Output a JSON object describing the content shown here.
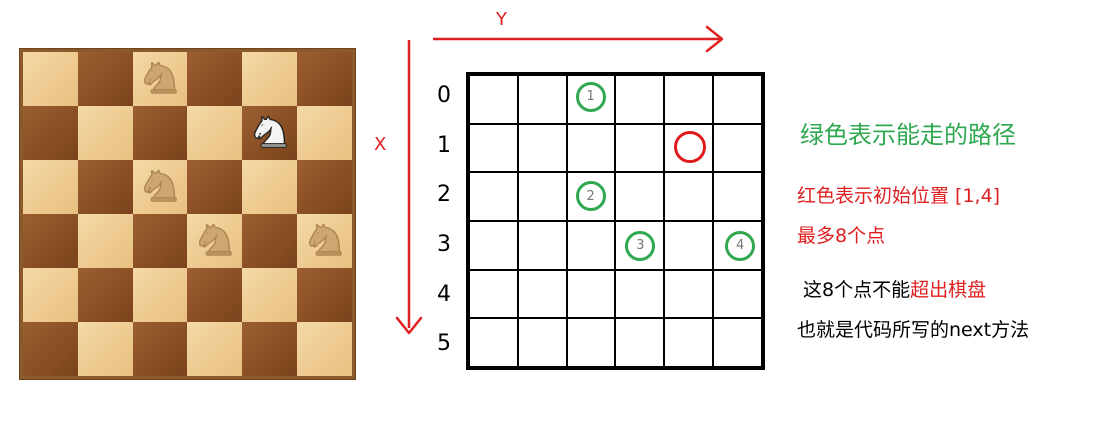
{
  "board": {
    "rows": 6,
    "cols": 6,
    "colors": {
      "light": "#f0d29a",
      "dark": "#8a4f24",
      "frame": "#8a5a2b"
    },
    "pieces": [
      {
        "row": 0,
        "col": 2,
        "type": "knight",
        "variant": "ghost"
      },
      {
        "row": 1,
        "col": 4,
        "type": "knight",
        "variant": "white"
      },
      {
        "row": 2,
        "col": 2,
        "type": "knight",
        "variant": "ghost"
      },
      {
        "row": 3,
        "col": 3,
        "type": "knight",
        "variant": "ghost"
      },
      {
        "row": 3,
        "col": 5,
        "type": "knight",
        "variant": "ghost"
      }
    ]
  },
  "axes": {
    "y_label": "Y",
    "x_label": "X",
    "color": "#e02020"
  },
  "grid": {
    "rows": 6,
    "cols": 6,
    "row_labels": [
      "0",
      "1",
      "2",
      "3",
      "4",
      "5"
    ],
    "start": {
      "row": 1,
      "col": 4,
      "color": "#e01b1b"
    },
    "moves": [
      {
        "label": "1",
        "row": 0,
        "col": 2,
        "color": "#2fa84f"
      },
      {
        "label": "2",
        "row": 2,
        "col": 2,
        "color": "#2fa84f"
      },
      {
        "label": "3",
        "row": 3,
        "col": 3,
        "color": "#2fa84f"
      },
      {
        "label": "4",
        "row": 3,
        "col": 5,
        "color": "#2fa84f"
      }
    ]
  },
  "legend": {
    "green_path": "绿色表示能走的路径",
    "red_start": "红色表示初始位置 [1,4]",
    "max_points": "最多8个点",
    "boundary_prefix": "这8个点不能",
    "boundary_highlight": "超出棋盘",
    "code_note": "也就是代码所写的next方法"
  }
}
